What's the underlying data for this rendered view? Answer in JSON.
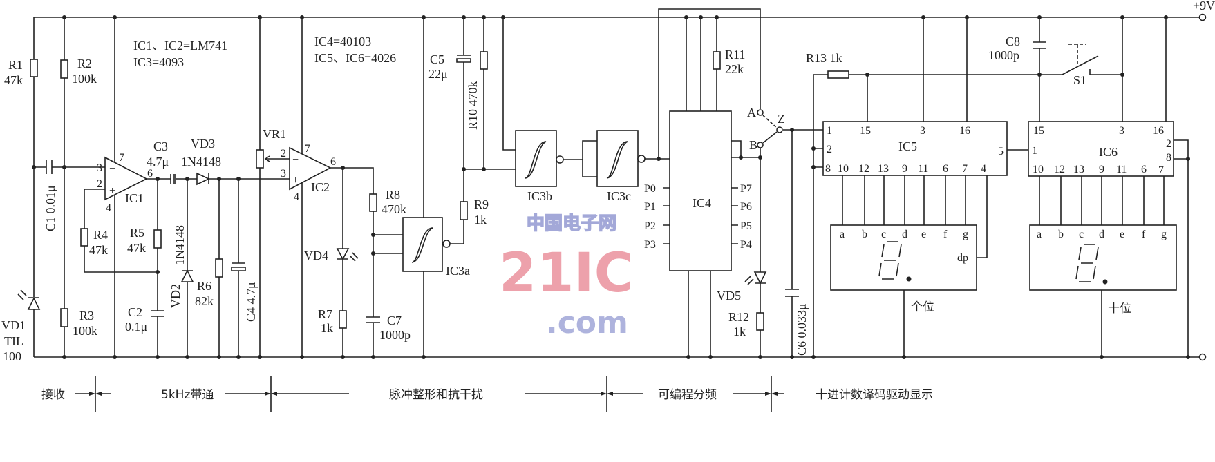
{
  "supply": "+9V",
  "notes": {
    "ic12": "IC1、IC2=LM741",
    "ic3": "IC3=4093",
    "ic4": "IC4=40103",
    "ic56": "IC5、IC6=4026"
  },
  "components": {
    "R1": {
      "ref": "R1",
      "value": "47k"
    },
    "R2": {
      "ref": "R2",
      "value": "100k"
    },
    "R3": {
      "ref": "R3",
      "value": "100k"
    },
    "R4": {
      "ref": "R4",
      "value": "47k"
    },
    "R5": {
      "ref": "R5",
      "value": "47k"
    },
    "R6": {
      "ref": "R6",
      "value": "82k"
    },
    "R7": {
      "ref": "R7",
      "value": "1k"
    },
    "R8": {
      "ref": "R8",
      "value": "470k"
    },
    "R9": {
      "ref": "R9",
      "value": "1k"
    },
    "R10": {
      "label": "R10  470k"
    },
    "R11": {
      "ref": "R11",
      "value": "22k"
    },
    "R12": {
      "ref": "R12",
      "value": "1k"
    },
    "R13": {
      "label": "R13  1k"
    },
    "C1": {
      "label": "C1 0.01μ"
    },
    "C2": {
      "ref": "C2",
      "value": "0.1μ"
    },
    "C3": {
      "ref": "C3",
      "value": "4.7μ"
    },
    "C4": {
      "label": "C4  4.7μ"
    },
    "C5": {
      "ref": "C5",
      "value": "22μ"
    },
    "C6": {
      "label": "C6 0.033μ"
    },
    "C7": {
      "ref": "C7",
      "value": "1000p"
    },
    "C8": {
      "ref": "C8",
      "value": "1000p"
    },
    "VD1": {
      "ref": "VD1",
      "type1": "TIL",
      "type2": "100"
    },
    "VD2": {
      "ref": "VD2",
      "value": "1N4148"
    },
    "VD3": {
      "ref": "VD3",
      "value": "1N4148"
    },
    "VD4": {
      "ref": "VD4"
    },
    "VD5": {
      "ref": "VD5"
    },
    "VR1": {
      "ref": "VR1"
    },
    "S1": {
      "ref": "S1"
    }
  },
  "ics": {
    "IC1": {
      "ref": "IC1",
      "pins": [
        "3",
        "7",
        "2",
        "4",
        "6"
      ],
      "minus": "−",
      "plus": "+"
    },
    "IC2": {
      "ref": "IC2",
      "pins": [
        "2",
        "7",
        "3",
        "4",
        "6"
      ],
      "minus": "−",
      "plus": "+"
    },
    "IC3a": {
      "ref": "IC3a"
    },
    "IC3b": {
      "ref": "IC3b"
    },
    "IC3c": {
      "ref": "IC3c"
    },
    "IC4": {
      "ref": "IC4",
      "left_pins": [
        "P0",
        "P1",
        "P2",
        "P3"
      ],
      "right_pins": [
        "P7",
        "P6",
        "P5",
        "P4"
      ]
    },
    "IC5": {
      "ref": "IC5",
      "top_pins": [
        "1",
        "15",
        "3",
        "16"
      ],
      "side_pins": [
        "2",
        "8",
        "5"
      ],
      "bottom_pins": [
        "10",
        "12",
        "13",
        "9",
        "11",
        "6",
        "7",
        "4"
      ]
    },
    "IC6": {
      "ref": "IC6",
      "top_pins": [
        "15",
        "3",
        "16"
      ],
      "side_pins": [
        "1",
        "2",
        "8"
      ],
      "bottom_pins": [
        "10",
        "12",
        "13",
        "9",
        "11",
        "6",
        "7"
      ]
    }
  },
  "switch": {
    "a": "A",
    "b": "B",
    "z": "Z"
  },
  "displays": {
    "units": {
      "label": "个位",
      "segments": [
        "a",
        "b",
        "c",
        "d",
        "e",
        "f",
        "g"
      ],
      "dp": "dp"
    },
    "tens": {
      "label": "十位",
      "segments": [
        "a",
        "b",
        "c",
        "d",
        "e",
        "f",
        "g"
      ]
    }
  },
  "sections": [
    "接收",
    "5kHz带通",
    "脉冲整形和抗干扰",
    "可编程分频",
    "十进计数译码驱动显示"
  ],
  "watermark": {
    "main": "21IC",
    "domain": ".com",
    "cn": "中国电子网"
  },
  "colors": {
    "ink": "#222222",
    "watermark_red": "#e8828f",
    "watermark_blue": "#8d93cf"
  }
}
